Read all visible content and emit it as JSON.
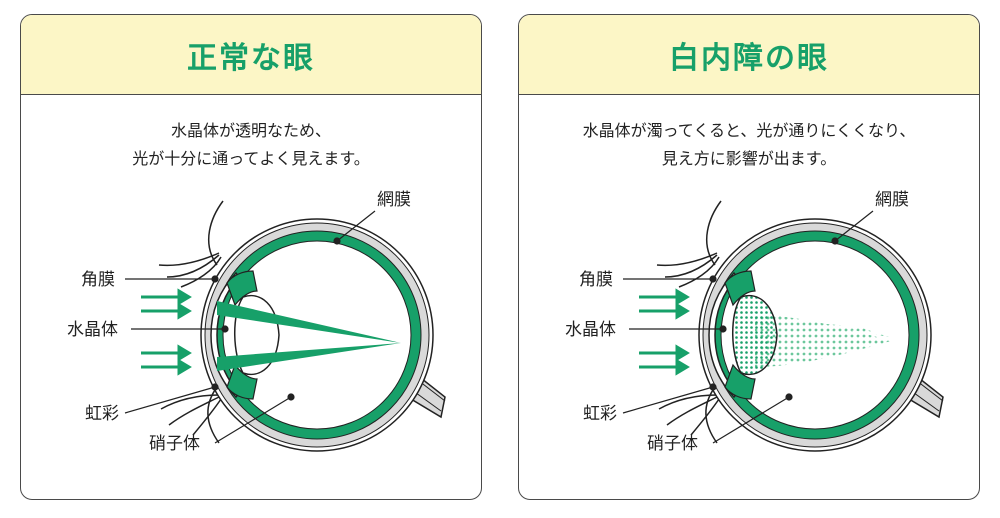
{
  "panels": [
    {
      "id": "normal",
      "title": "正常な眼",
      "description": [
        "水晶体が透明なため、",
        "光が十分に通ってよく見えます。"
      ],
      "labels": {
        "retina": "網膜",
        "cornea": "角膜",
        "lens": "水晶体",
        "iris": "虹彩",
        "vitreous": "硝子体"
      }
    },
    {
      "id": "cataract",
      "title": "白内障の眼",
      "description": [
        "水晶体が濁ってくると、光が通りにくくなり、",
        "見え方に影響が出ます。"
      ],
      "labels": {
        "retina": "網膜",
        "cornea": "角膜",
        "lens": "水晶体",
        "iris": "虹彩",
        "vitreous": "硝子体"
      }
    }
  ],
  "colors": {
    "accent": "#17a069",
    "header_bg": "#fcf6c6",
    "border": "#4a4a4a",
    "sclera_gray": "#d9d9d9"
  }
}
